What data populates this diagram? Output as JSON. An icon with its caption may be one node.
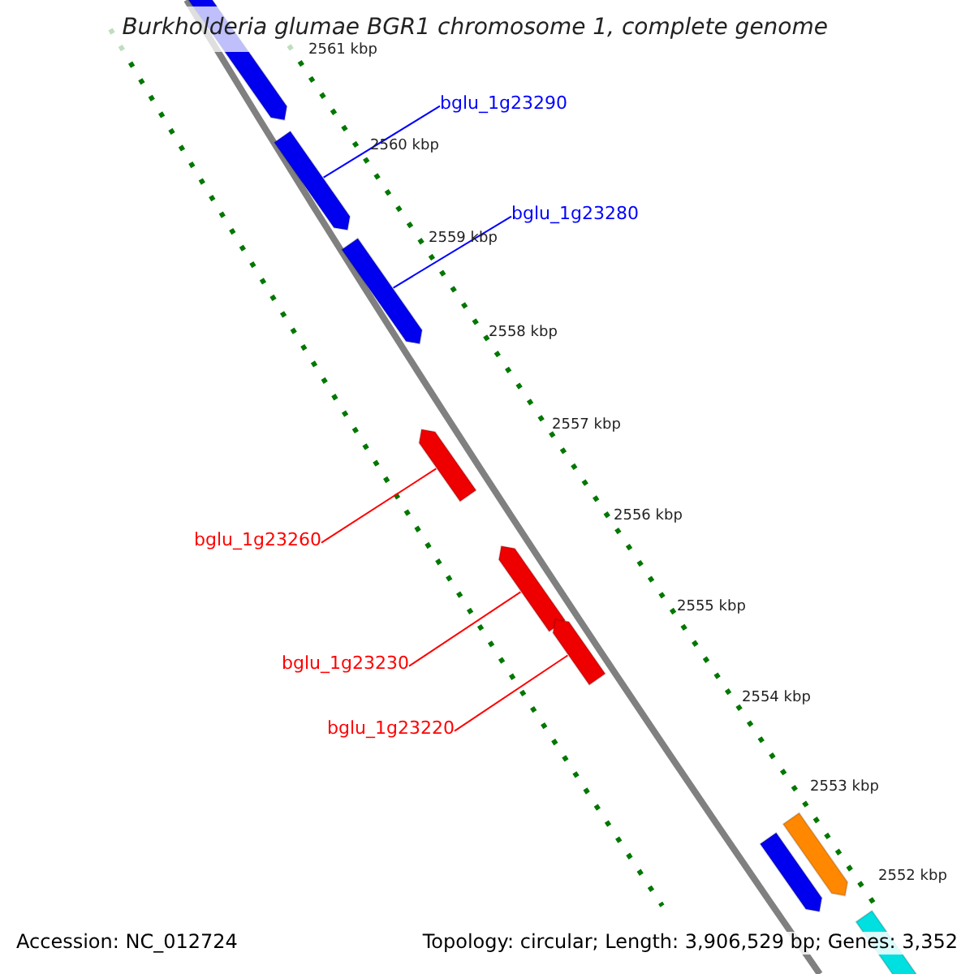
{
  "diagram": {
    "title": "Burkholderia glumae BGR1 chromosome 1, complete genome",
    "nodes": [
      {
        "text": [],
        "shape": "bar"
      },
      {
        "text": [
          "bglu_1g23290"
        ]
      },
      {
        "text": [],
        "shape": "bar"
      },
      {
        "text": [
          "bglu_1g23280"
        ]
      },
      {
        "text": [],
        "shape": "bar"
      },
      {
        "text": [],
        "shape": "bar"
      },
      {
        "text": [
          "bglu_1g23260"
        ]
      },
      {
        "text": [],
        "shape": "bar"
      },
      {
        "text": [
          "bglu_1g23230"
        ]
      },
      {
        "text": [],
        "shape": "bar"
      },
      {
        "text": [
          "bglu_1g23220"
        ]
      },
      {
        "text": [],
        "shape": "bar"
      },
      {
        "text": [],
        "shape": "bar"
      },
      {
        "text": [],
        "shape": "bar"
      }
    ],
    "edges": [
      {
        "from": 1,
        "to": 2,
        "arrow": "none",
        "color": "#0000ff"
      },
      {
        "from": 3,
        "to": 4,
        "arrow": "none",
        "color": "#0000ff"
      },
      {
        "from": 6,
        "to": 5,
        "arrow": "none"
      },
      {
        "from": 8,
        "to": 7,
        "arrow": "none"
      },
      {
        "from": 10,
        "to": 9,
        "arrow": "none"
      }
    ],
    "labels": [
      "2561 kbp",
      "2560 kbp",
      "2559 kbp",
      "2558 kbp",
      "2557 kbp",
      "2556 kbp",
      "2555 kbp",
      "2554 kbp",
      "2553 kbp",
      "2552 kbp",
      "Accession: NC_012724",
      "Topology: circular; Length: 3,906,529 bp; Genes: 3,352"
    ]
  }
}
